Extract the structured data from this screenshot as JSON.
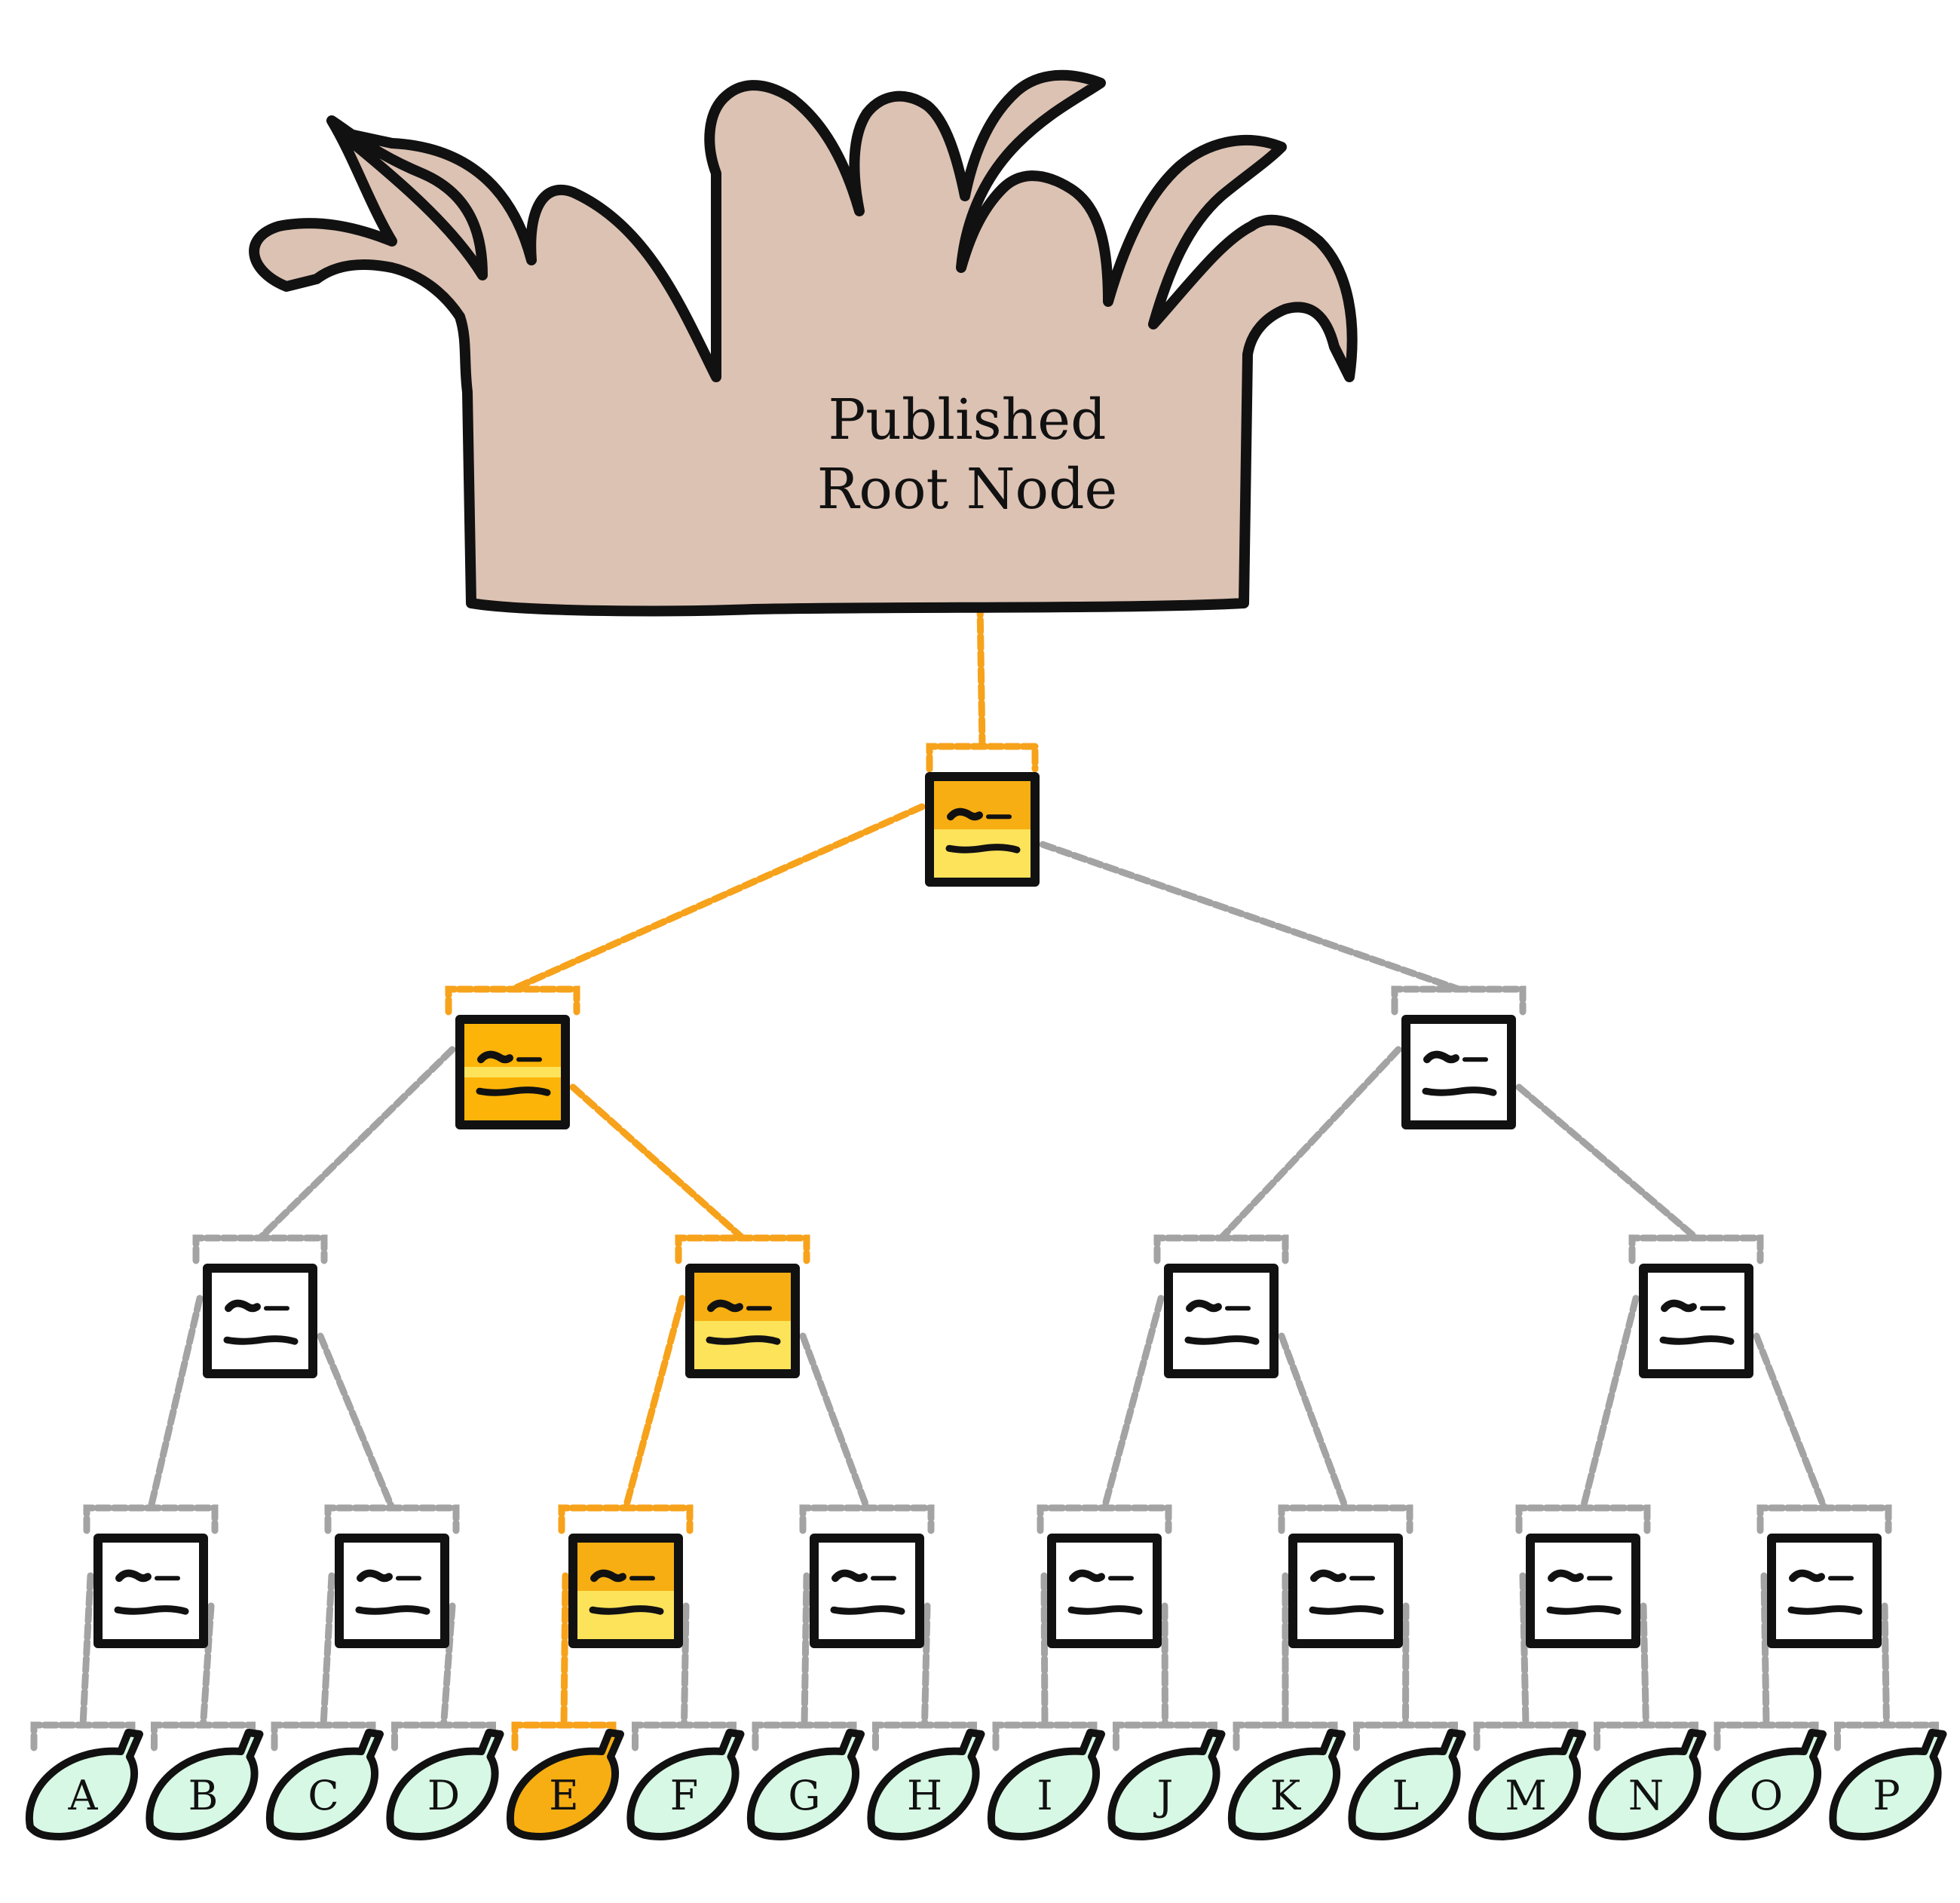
{
  "root": {
    "line1": "Published",
    "line2": "Root Node"
  },
  "leaves": [
    "A",
    "B",
    "C",
    "D",
    "E",
    "F",
    "G",
    "H",
    "I",
    "J",
    "K",
    "L",
    "M",
    "N",
    "O",
    "P"
  ],
  "highlighted_path": [
    "root",
    "L1-0",
    "L2-0",
    "L3-1",
    "L4-2",
    "leaf-E"
  ],
  "colors": {
    "root_fill": "#dcc2b3",
    "outline": "#111111",
    "chain_highlight": "#f7a21b",
    "chain_default": "#a3a3a3",
    "node_highlight_top": "#f6ae12",
    "node_highlight_bottom": "#fde35a",
    "node_highlight_mid_top": "#fdb408",
    "node_default": "#ffffff",
    "leaf_fill": "#d7f8e4",
    "leaf_highlight": "#f6ae12"
  },
  "icons": {
    "node": "hash-node-icon",
    "leaf": "leaf-icon",
    "root": "tree-trunk-icon"
  }
}
